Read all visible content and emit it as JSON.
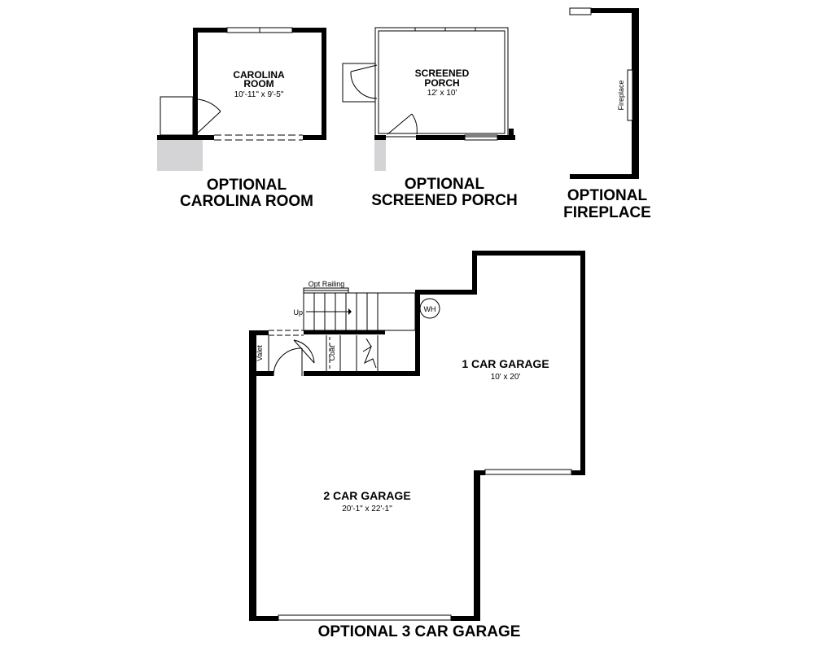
{
  "options": {
    "carolina_room": {
      "title_line1": "OPTIONAL",
      "title_line2": "CAROLINA ROOM",
      "room_name_line1": "CAROLINA",
      "room_name_line2": "ROOM",
      "room_dims": "10'-11\" x 9'-5\""
    },
    "screened_porch": {
      "title_line1": "OPTIONAL",
      "title_line2": "SCREENED PORCH",
      "room_name_line1": "SCREENED",
      "room_name_line2": "PORCH",
      "room_dims": "12' x 10'"
    },
    "fireplace": {
      "title_line1": "OPTIONAL",
      "title_line2": "FIREPLACE",
      "label": "Fireplace"
    }
  },
  "garage": {
    "one_car": {
      "name": "1 CAR GARAGE",
      "dims": "10' x 20'"
    },
    "two_car": {
      "name": "2 CAR GARAGE",
      "dims": "20'-1\" x 22'-1\""
    },
    "stairs": {
      "railing_label": "Opt Railing",
      "direction_label": "Up"
    },
    "water_heater_label": "WH",
    "valet_label": "Valet",
    "coat_label": "Coat",
    "caption": "OPTIONAL 3 CAR GARAGE"
  },
  "colors": {
    "wall": "#000000",
    "stoop": "#d4d4d6",
    "background": "#ffffff"
  }
}
